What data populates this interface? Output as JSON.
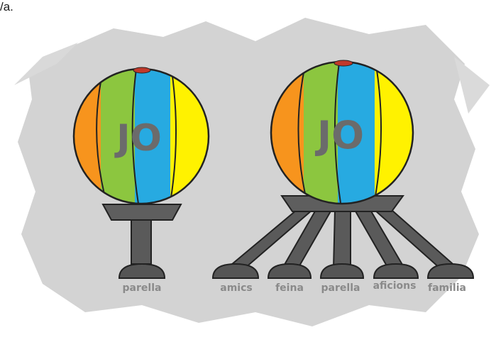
{
  "corner_text": "/a.",
  "left": {
    "ball_text": "JO",
    "label": "parella"
  },
  "right": {
    "ball_text": "JO",
    "labels": [
      "amics",
      "feina",
      "parella",
      "aficions",
      "familia"
    ]
  },
  "colors": {
    "background_splash": "#d3d3d3",
    "orange": "#f7941d",
    "green": "#8cc63f",
    "blue": "#27aae1",
    "yellow": "#fff200",
    "stand": "#5a5a5a",
    "stand_dark": "#3d3d3d",
    "label": "#8a8a8a"
  }
}
